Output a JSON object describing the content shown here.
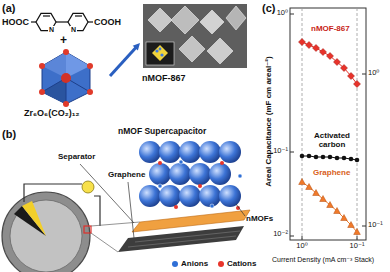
{
  "diagram": {
    "nodes": [
      {
        "text": [
          "Zr₆O₆(CO₂)₁₂"
        ]
      },
      {
        "text": [
          "nMOF-867"
        ]
      }
    ],
    "edges": [
      {
        "from": 0,
        "to": 1,
        "arrow": "to"
      }
    ],
    "labels": [
      "(a)",
      "HOOC",
      "N",
      "N",
      "COOH",
      "+",
      "(b)",
      "nMOF Supercapacitor",
      "Separator",
      "Graphene",
      "nMOFs",
      "(c)",
      "Areal Capacitance (mF cm areal⁻²)",
      "10⁰",
      "10⁻¹",
      "10⁻²",
      "10⁰",
      "10⁻¹",
      "nMOF-867",
      "Activated carbon",
      "Graphene",
      "10⁰",
      "10⁻¹",
      "Current Density (mA cm⁻³ Stack)"
    ],
    "legend": [
      {
        "text": "Anions",
        "color": "#2f6fd6"
      },
      {
        "text": "Cations",
        "color": "#e8352b"
      }
    ]
  }
}
